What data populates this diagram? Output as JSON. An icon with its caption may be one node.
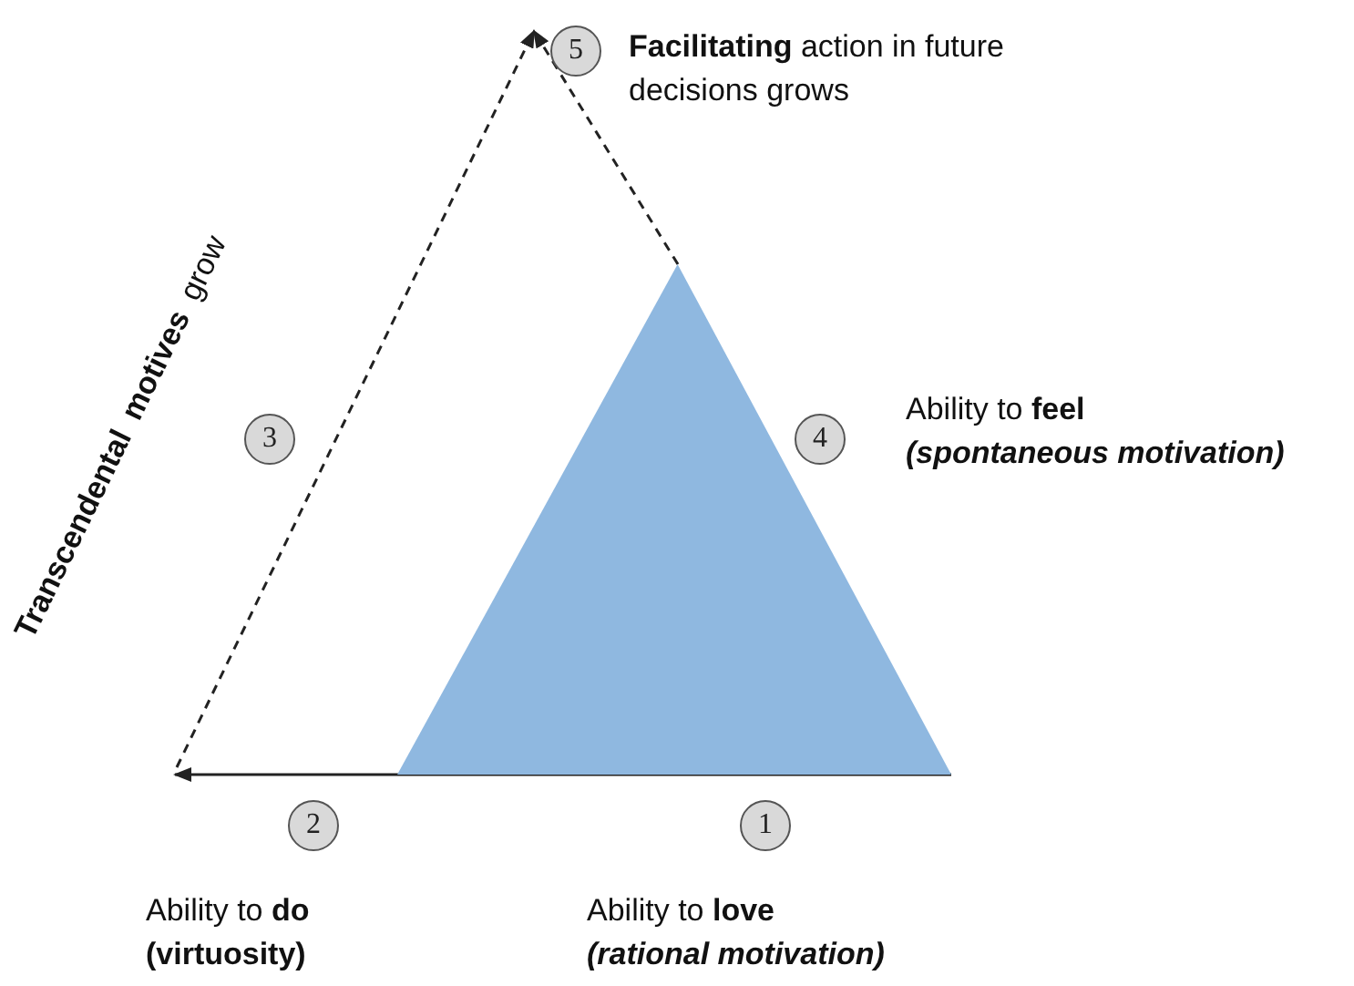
{
  "diagram": {
    "nodes": [
      {
        "text": [],
        "shape": "triangle"
      },
      {
        "text": [
          "1"
        ],
        "beside": [
          "Ability to **love**",
          "*(rational motivation)*"
        ]
      },
      {
        "text": [
          "2"
        ],
        "beside": [
          "Ability to **do**",
          "(virtuosity)"
        ]
      },
      {
        "text": [
          "3"
        ]
      },
      {
        "text": [
          "4"
        ],
        "beside": [
          "Ability to **feel**",
          "*(spontaneous motivation)*"
        ]
      },
      {
        "text": [
          "5"
        ],
        "beside": [
          "**Facilitating** action in future decisions grows"
        ]
      }
    ],
    "edges": [
      {
        "from": 0,
        "to": null,
        "arrow": "to"
      },
      {
        "from": 0,
        "to": 5,
        "arrow": "to",
        "style": "dashed"
      },
      {
        "from": null,
        "to": 5,
        "arrow": "to",
        "style": "dashed"
      }
    ],
    "labels": [
      "**Transcendental motives** grow"
    ]
  }
}
